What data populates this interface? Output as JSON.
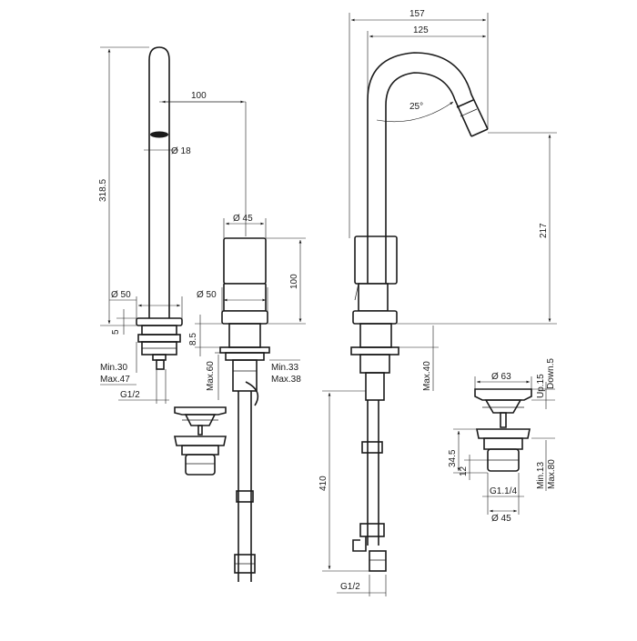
{
  "figure": {
    "background": "#ffffff",
    "line_color": "#1a1a1a"
  },
  "dims": {
    "spout_height": "318.5",
    "spout_offset": "100",
    "spout_dia": "Ø 18",
    "spout_base_dia": "Ø 50",
    "spout_ring_h": "5",
    "spout_min": "Min.30",
    "spout_max": "Max.47",
    "spout_thread": "G1/2",
    "handle_dia": "Ø 45",
    "handle_height": "100",
    "handle_base_dia": "Ø 50",
    "handle_ring_h": "8.5",
    "handle_max": "Max.60",
    "handle_min": "Min.33",
    "handle_max2": "Max.38",
    "side_width": "157",
    "side_reach": "125",
    "side_angle": "25°",
    "side_height": "217",
    "side_max": "Max.40",
    "side_hose": "410",
    "side_thread": "G1/2",
    "waste_dia": "Ø 63",
    "waste_up": "Up.15",
    "waste_down": "Down.5",
    "waste_h1": "34.5",
    "waste_h2": "12",
    "waste_thread": "G1.1/4",
    "waste_body_dia": "Ø 45",
    "waste_min": "Min.13",
    "waste_max": "Max.80"
  }
}
